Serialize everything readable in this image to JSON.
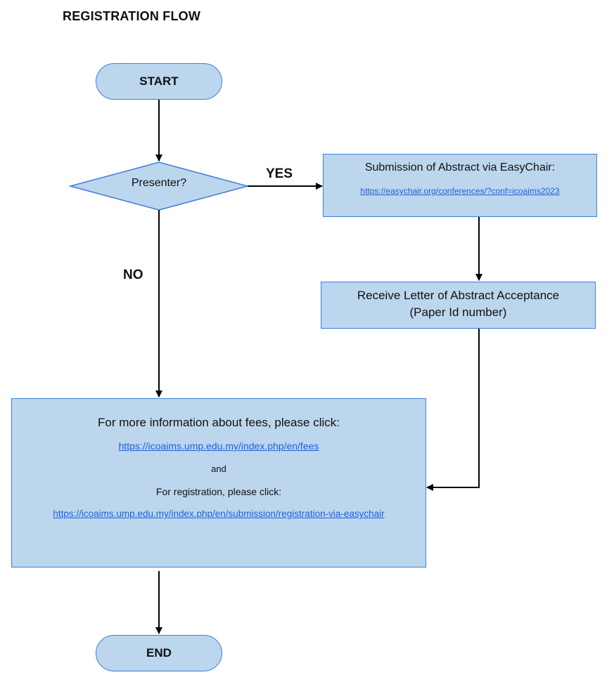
{
  "title": "REGISTRATION FLOW",
  "nodes": {
    "start": "START",
    "decision": "Presenter?",
    "submission": {
      "title": "Submission of Abstract via EasyChair:",
      "link": "https://easychair.org/conferences/?conf=icoaims2023"
    },
    "acceptance": {
      "line1": "Receive Letter of Abstract Acceptance",
      "line2": "(Paper Id number)"
    },
    "info": {
      "heading": "For more information about fees, please click:",
      "fees_link": "https://icoaims.ump.edu.my/index.php/en/fees",
      "and": "and",
      "registration_text": "For registration, please click:",
      "registration_link": "https://icoaims.ump.edu.my/index.php/en/submission/registration-via-easychair"
    },
    "end": "END"
  },
  "edges": {
    "yes_label": "YES",
    "no_label": "NO"
  },
  "colors": {
    "fill": "#bcd6ee",
    "border": "#3f7fd6",
    "link": "#1f5fd8",
    "arrow": "#000000"
  }
}
